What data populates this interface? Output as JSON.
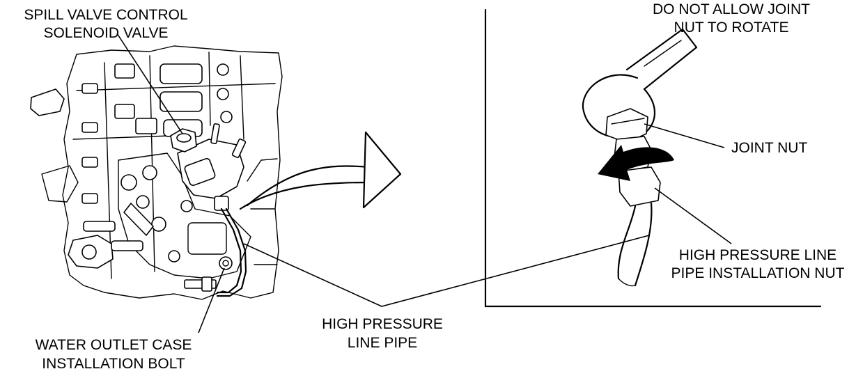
{
  "labels": {
    "spill_valve_line1": "SPILL VALVE CONTROL",
    "spill_valve_line2": "SOLENOID VALVE",
    "water_outlet_line1": "WATER OUTLET CASE",
    "water_outlet_line2": "INSTALLATION BOLT",
    "hp_line_pipe_line1": "HIGH PRESSURE",
    "hp_line_pipe_line2": "LINE PIPE",
    "do_not_allow_line1": "DO NOT ALLOW JOINT",
    "do_not_allow_line2": "NUT TO ROTATE",
    "joint_nut": "JOINT NUT",
    "hp_nut_line1": "HIGH PRESSURE LINE",
    "hp_nut_line2": "PIPE INSTALLATION NUT"
  }
}
